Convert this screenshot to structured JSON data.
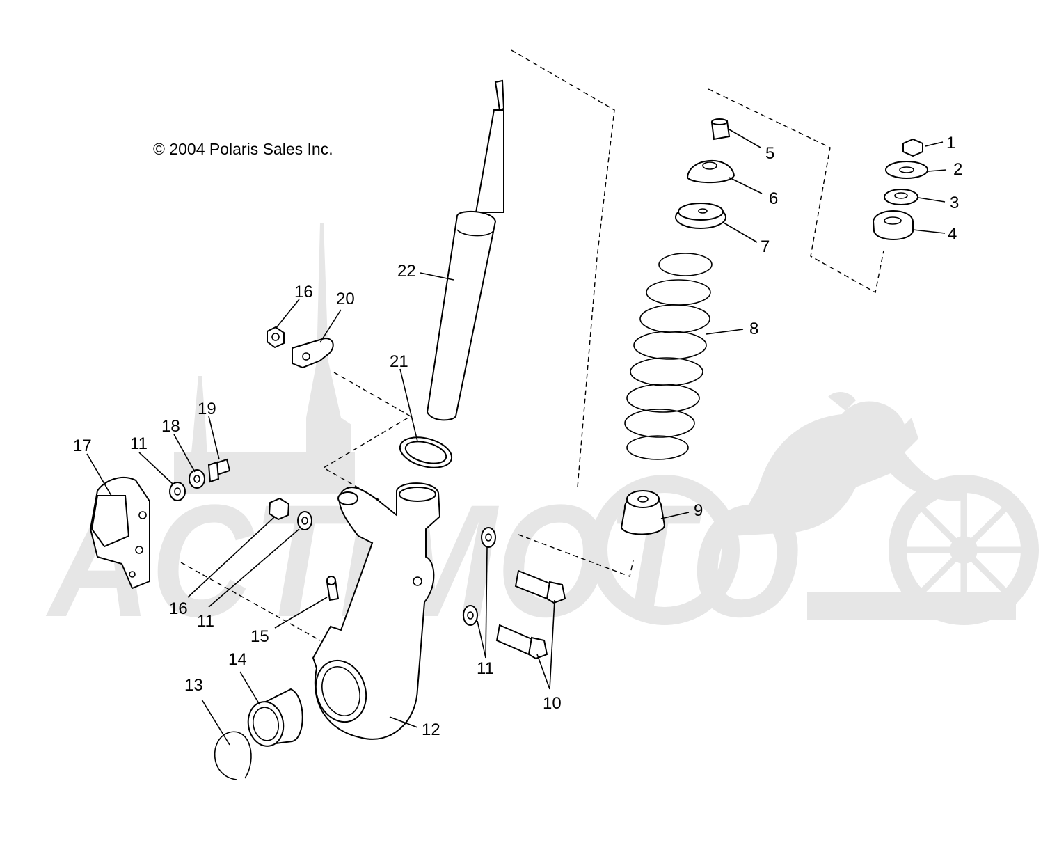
{
  "copyright": "© 2004 Polaris Sales Inc.",
  "watermark": {
    "text": "ACTIMOTO",
    "color": "#e6e6e6"
  },
  "callouts": {
    "c1": "1",
    "c2": "2",
    "c3": "3",
    "c4": "4",
    "c5": "5",
    "c6": "6",
    "c7": "7",
    "c8": "8",
    "c9": "9",
    "c10": "10",
    "c11a": "11",
    "c11b": "11",
    "c11c": "11",
    "c12": "12",
    "c13": "13",
    "c14": "14",
    "c15": "15",
    "c16a": "16",
    "c16b": "16",
    "c17": "17",
    "c18": "18",
    "c19": "19",
    "c20": "20",
    "c21": "21",
    "c22": "22"
  }
}
